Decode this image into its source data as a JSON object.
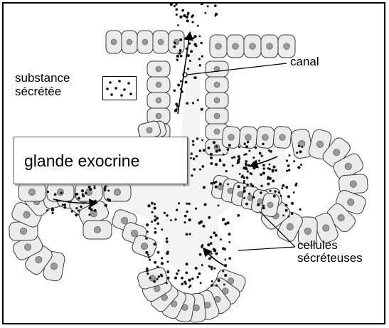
{
  "labels": {
    "canal": "canal",
    "substance_line1": "substance",
    "substance_line2": "sécrétée",
    "title": "glande exocrine",
    "cells_line1": "cellules",
    "cells_line2": "sécréteuses"
  },
  "colors": {
    "cell_fill": "#ececec",
    "cell_border": "#3a3a3a",
    "nucleus": "#9a9a9a",
    "secretion_dot": "#111111",
    "background": "#ffffff"
  }
}
